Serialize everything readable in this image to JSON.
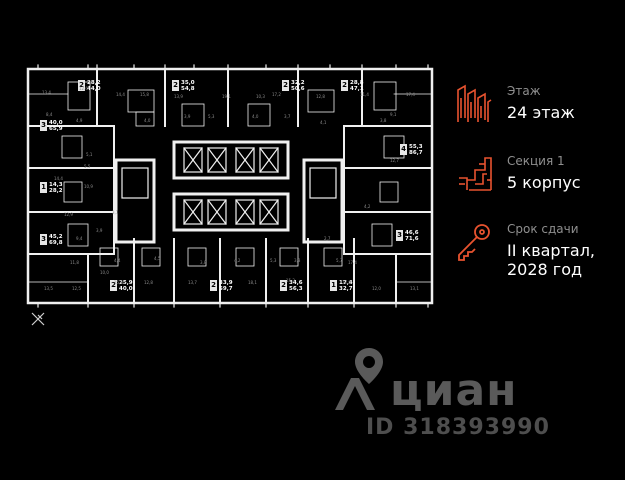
{
  "colors": {
    "background": "#000000",
    "accent": "#e8532f",
    "wall": "#f0f0f0",
    "label": "#8f8f8f",
    "value": "#ffffff",
    "watermark": "#5a5a5a"
  },
  "info": {
    "floor": {
      "icon": "floor-stack-icon",
      "label": "Этаж",
      "value": "24 этаж"
    },
    "section": {
      "icon": "section-building-icon",
      "label": "Секция 1",
      "value": "5 корпус"
    },
    "deadline": {
      "icon": "key-icon",
      "label": "Срок сдачи",
      "value_line1": "II квартал,",
      "value_line2": "2028 год"
    }
  },
  "watermark": {
    "brand": "циан",
    "id": "ID 318393990"
  },
  "apartments": [
    {
      "rooms": "2",
      "total": "28,2",
      "living": "44,0"
    },
    {
      "rooms": "2",
      "total": "35,0",
      "living": "54,8"
    },
    {
      "rooms": "2",
      "total": "32,2",
      "living": "50,6"
    },
    {
      "rooms": "2",
      "total": "28,8",
      "living": "47,1"
    },
    {
      "rooms": "3",
      "total": "40,0",
      "living": "65,9"
    },
    {
      "rooms": "4",
      "total": "55,3",
      "living": "86,7"
    },
    {
      "rooms": "1",
      "total": "14,3",
      "living": "28,2"
    },
    {
      "rooms": "3",
      "total": "45,2",
      "living": "69,8"
    },
    {
      "rooms": "3",
      "total": "46,6",
      "living": "71,6"
    },
    {
      "rooms": "2",
      "total": "25,9",
      "living": "40,0"
    },
    {
      "rooms": "2",
      "total": "33,9",
      "living": "59,7"
    },
    {
      "rooms": "2",
      "total": "34,6",
      "living": "56,3"
    },
    {
      "rooms": "1",
      "total": "17,4",
      "living": "32,7"
    }
  ],
  "room_labels": [
    "13,4",
    "12,6",
    "14,4",
    "15,8",
    "19,1",
    "17,2",
    "12,8",
    "17,4",
    "8,4",
    "11,4",
    "9,1",
    "12,7",
    "14,4",
    "10,9",
    "12,9",
    "9,4",
    "11,8",
    "15,5",
    "12,8",
    "13,7",
    "18,1",
    "15,3",
    "12,8",
    "17,4",
    "12,0",
    "13,1",
    "13,5",
    "12,5",
    "10,0",
    "13,9",
    "10,3",
    "5,1",
    "4,9",
    "4,0",
    "3,9",
    "5,3",
    "4,0",
    "3,7",
    "4,1",
    "3,8",
    "5,5",
    "4,4",
    "4,5",
    "3,8",
    "4,2",
    "5,3",
    "3,3",
    "5,7",
    "4,2",
    "3,1",
    "2,7",
    "3,9"
  ]
}
